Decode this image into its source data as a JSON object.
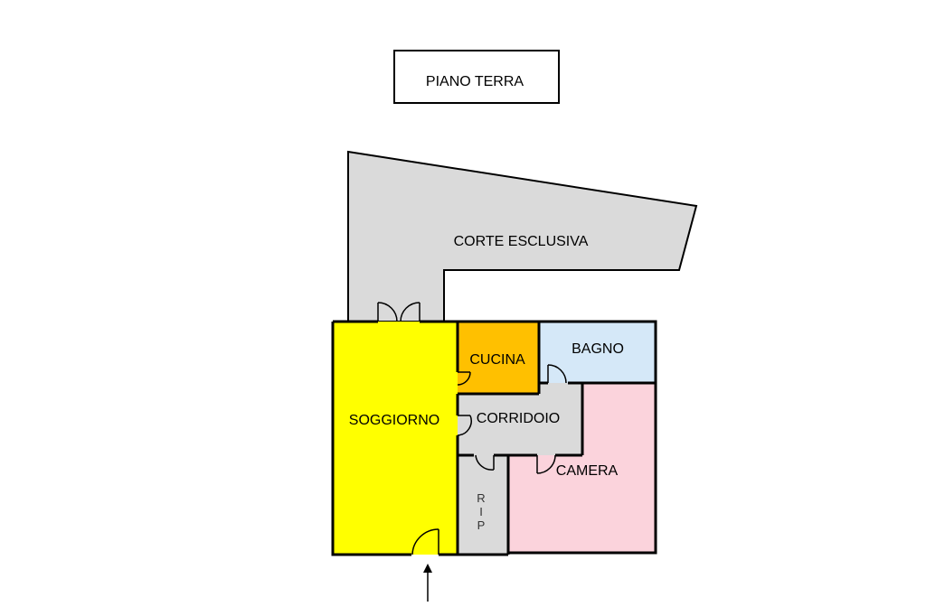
{
  "title_box": {
    "text": "PIANO TERRA"
  },
  "rooms": {
    "corte": {
      "label": "CORTE ESCLUSIVA",
      "color": "#dadada"
    },
    "soggiorno": {
      "label": "SOGGIORNO",
      "color": "#ffff00"
    },
    "cucina": {
      "label": "CUCINA",
      "color": "#ffc000"
    },
    "bagno": {
      "label": "BAGNO",
      "color": "#d5e8f8"
    },
    "corridoio": {
      "label": "CORRIDOIO",
      "color": "#dadada"
    },
    "camera": {
      "label": "CAMERA",
      "color": "#fbd3dc"
    },
    "rip": {
      "label_r": "R",
      "label_i": "I",
      "label_p": "P",
      "color": "#dadada"
    }
  },
  "entrance": {
    "icon": "up-arrow-icon"
  }
}
